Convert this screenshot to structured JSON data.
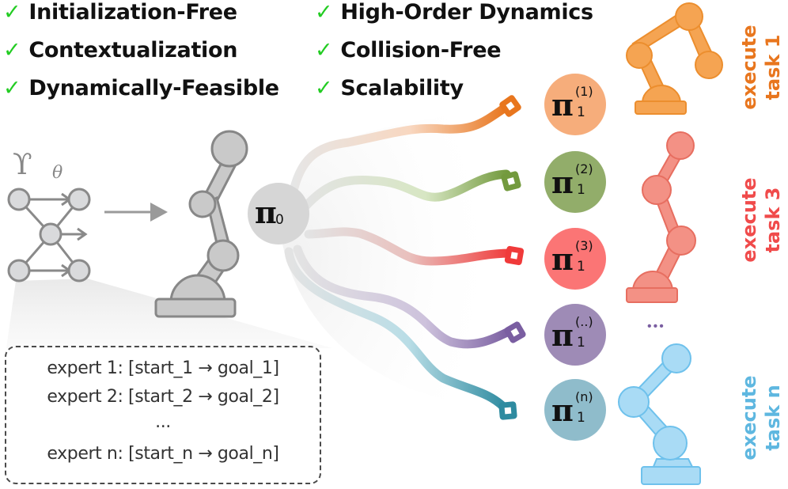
{
  "features": {
    "left": [
      {
        "check": "✓",
        "label": "Initialization-Free"
      },
      {
        "check": "✓",
        "label": "Contextualization"
      },
      {
        "check": "✓",
        "label": "Dynamically-Feasible"
      }
    ],
    "right": [
      {
        "check": "✓",
        "label": "High-Order Dynamics"
      },
      {
        "check": "✓",
        "label": "Collision-Free"
      },
      {
        "check": "✓",
        "label": "Scalability"
      }
    ]
  },
  "model": {
    "symbol": "ϒ",
    "subscript": "θ"
  },
  "base_policy": {
    "symbol": "π",
    "subscript": "0"
  },
  "experts": {
    "lines": [
      "expert 1: [start_1 → goal_1]",
      "expert 2: [start_2 → goal_2]",
      "...",
      "expert n: [start_n → goal_n]"
    ]
  },
  "policies": [
    {
      "symbol": "π",
      "subscript": "1",
      "superscript": "(1)",
      "color": "#f6ad7b",
      "path_color": "#e8761e"
    },
    {
      "symbol": "π",
      "subscript": "1",
      "superscript": "(2)",
      "color": "#92ad6a",
      "path_color": "#739a3e"
    },
    {
      "symbol": "π",
      "subscript": "1",
      "superscript": "(3)",
      "color": "#fb7575",
      "path_color": "#f03a3a"
    },
    {
      "symbol": "π",
      "subscript": "1",
      "superscript": "(..)",
      "color": "#9e8bb6",
      "path_color": "#7a5ea1"
    },
    {
      "symbol": "π",
      "subscript": "1",
      "superscript": "(n)",
      "color": "#8fbccb",
      "path_color": "#2e8ba0"
    }
  ],
  "tasks": [
    {
      "line1": "execute",
      "line2": "task 1",
      "color": "#e8761e",
      "robot_color": "#f5a452",
      "robot_stroke": "#ec8e2e"
    },
    {
      "line1": "execute",
      "line2": "task 3",
      "color": "#f04b4b",
      "robot_color": "#f39185",
      "robot_stroke": "#e76e60"
    },
    {
      "line1": "execute",
      "line2": "task n",
      "color": "#5eb7e0",
      "robot_color": "#a9dbf5",
      "robot_stroke": "#6ec1ec"
    }
  ],
  "ellipsis": "•••",
  "colors": {
    "check": "#22cc22",
    "gray_robot": "#c8c8c8",
    "gray_stroke": "#8a8a8a",
    "ellipsis": "#7a5ea1"
  }
}
